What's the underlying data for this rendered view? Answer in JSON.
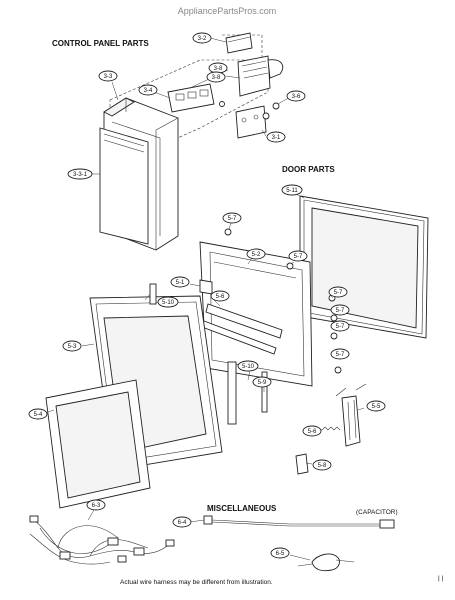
{
  "watermark": "AppliancePartsPros.com",
  "sections": {
    "control_panel": "CONTROL PANEL PARTS",
    "door": "DOOR PARTS",
    "misc": "MISCELLANEOUS"
  },
  "notes": {
    "capacitor": "(CAPACITOR)",
    "wire_harness": "Actual wire harness may be different from illustration.",
    "page_mark": "| |"
  },
  "callouts": {
    "c3_2": "3-2",
    "c3_8a": "3-8",
    "c3_8b": "3-8",
    "c3_3": "3-3",
    "c3_4": "3-4",
    "c3_6": "3-6",
    "c3_3_1": "3-3-1",
    "c3_1": "3-1",
    "c5_11": "5-11",
    "c5_7a": "5-7",
    "c5_2": "5-2",
    "c5_7b": "5-7",
    "c5_1": "5-1",
    "c5_6": "5-6",
    "c5_10a": "5-10",
    "c5_7c": "5-7",
    "c5_7d": "5-7",
    "c5_7e": "5-7",
    "c5_7f": "5-7",
    "c5_3": "5-3",
    "c5_10b": "5-10",
    "c5_9": "5-9",
    "c5_5": "5-5",
    "c5_4": "5-4",
    "c5_6b": "5-6",
    "c5_8": "5-8",
    "c6_3": "6-3",
    "c6_4": "6-4",
    "c6_5": "6-5"
  }
}
